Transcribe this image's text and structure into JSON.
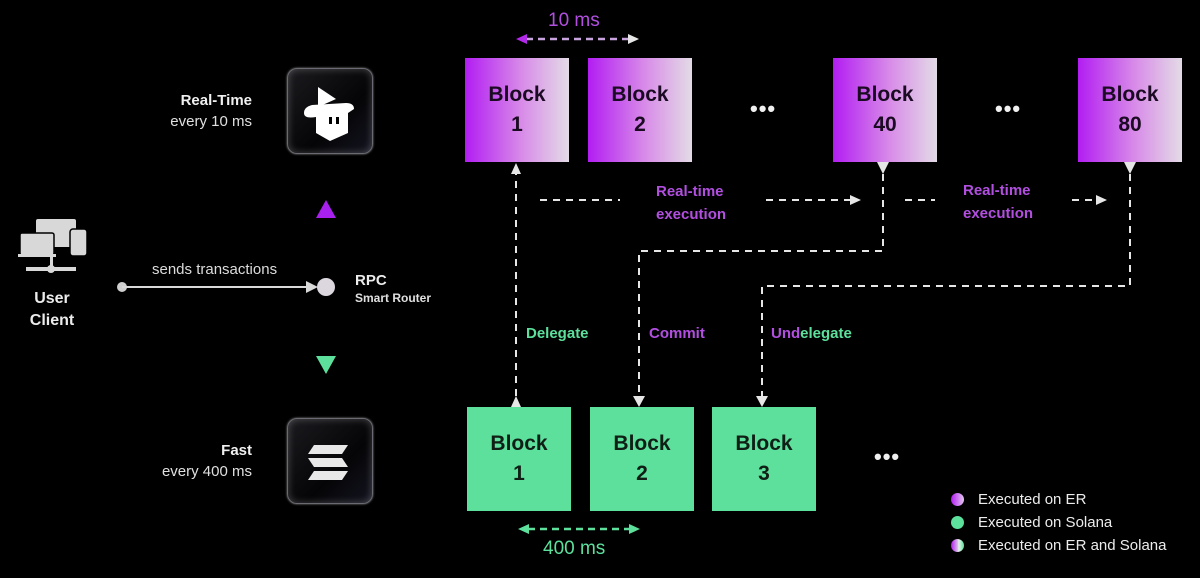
{
  "colors": {
    "er_purple": "#b21df2",
    "solana_green": "#5ce09c",
    "line_white": "#e6e6e6",
    "background": "#000000"
  },
  "realtime": {
    "title": "Real-Time",
    "subtitle": "every 10 ms",
    "icon": "magicblock-wizard-icon"
  },
  "fast": {
    "title": "Fast",
    "subtitle": "every 400 ms",
    "icon": "solana-logo-icon"
  },
  "client": {
    "icon": "devices-network-icon",
    "line1": "User",
    "line2": "Client",
    "edge_label": "sends transactions"
  },
  "router": {
    "title": "RPC",
    "subtitle": "Smart Router"
  },
  "er_blocks": [
    {
      "label": "Block",
      "number": "1"
    },
    {
      "label": "Block",
      "number": "2"
    },
    {
      "label": "Block",
      "number": "40"
    },
    {
      "label": "Block",
      "number": "80"
    }
  ],
  "solana_blocks": [
    {
      "label": "Block",
      "number": "1"
    },
    {
      "label": "Block",
      "number": "2"
    },
    {
      "label": "Block",
      "number": "3"
    }
  ],
  "ellipsis": "•••",
  "er_interval": "10 ms",
  "solana_interval": "400 ms",
  "execution_labels": [
    {
      "line1": "Real-time",
      "line2": "execution"
    },
    {
      "line1": "Real-time",
      "line2": "execution"
    }
  ],
  "actions": {
    "delegate": "Delegate",
    "commit": "Commit",
    "undelegate_purple": "Und",
    "undelegate_rest": "elegate"
  },
  "legend": [
    {
      "label": "Executed on ER",
      "swatch": "er"
    },
    {
      "label": "Executed on Solana",
      "swatch": "solana"
    },
    {
      "label": "Executed on ER and Solana",
      "swatch": "both"
    }
  ]
}
